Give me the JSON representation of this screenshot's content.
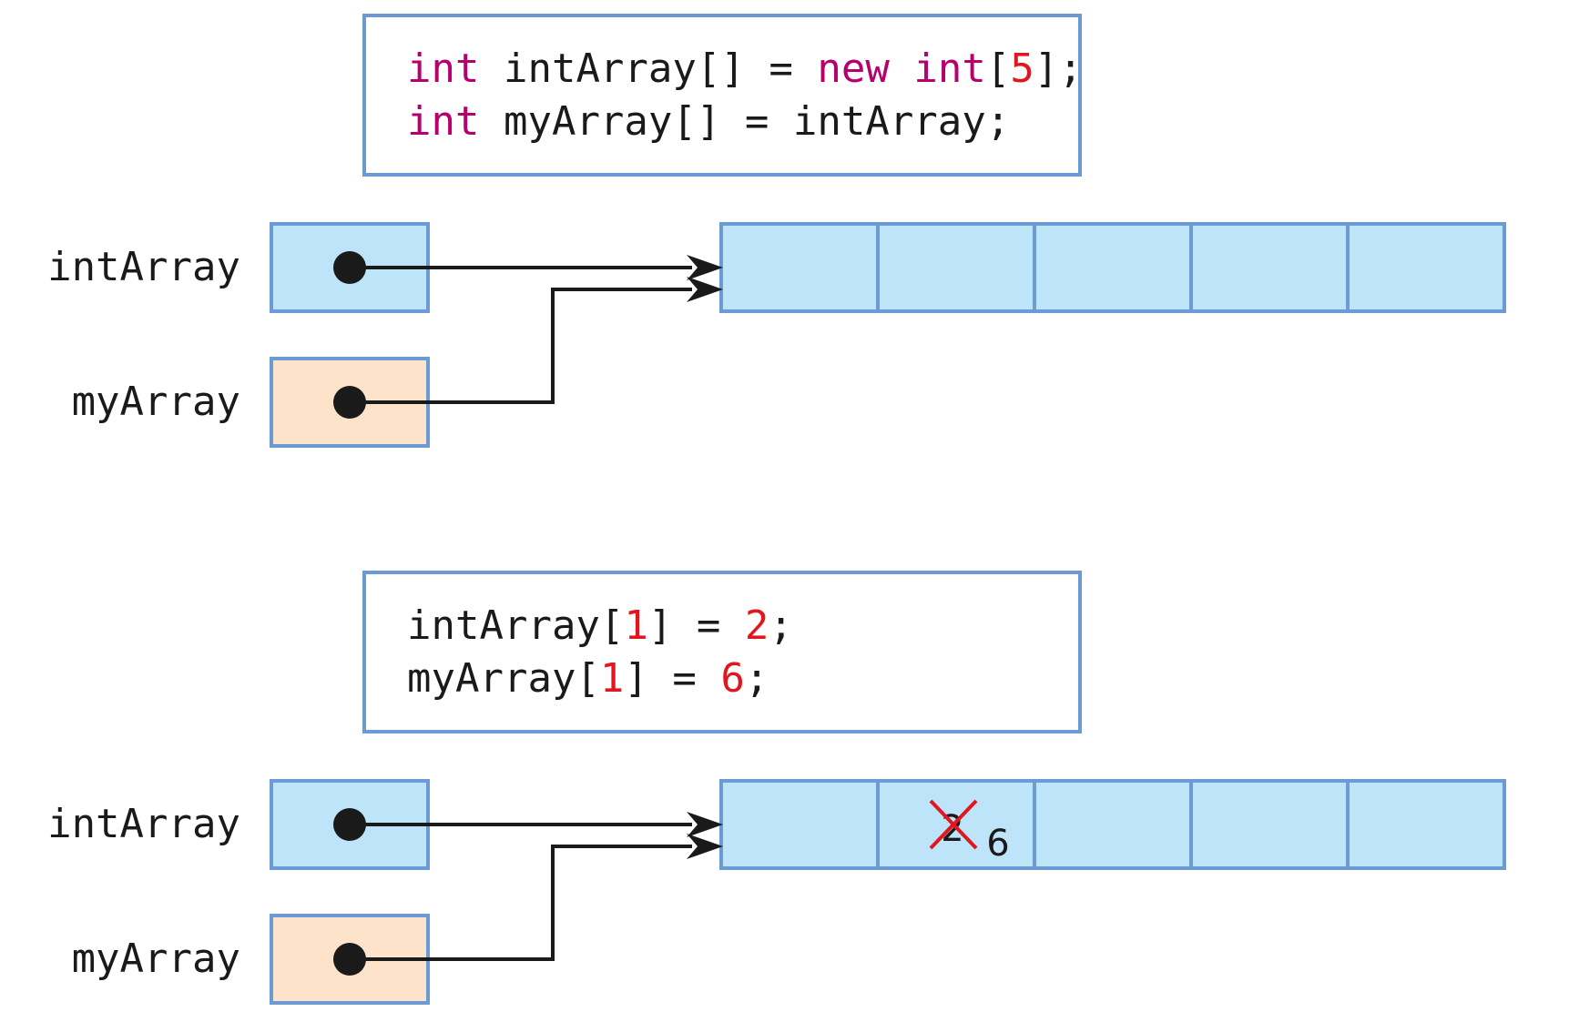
{
  "panels": [
    {
      "code": [
        [
          {
            "t": "int",
            "c": "kw"
          },
          {
            "t": " intArray[] = ",
            "c": "plain"
          },
          {
            "t": "new",
            "c": "kw"
          },
          {
            "t": " ",
            "c": "plain"
          },
          {
            "t": "int",
            "c": "kw"
          },
          {
            "t": "[",
            "c": "plain"
          },
          {
            "t": "5",
            "c": "num"
          },
          {
            "t": "];",
            "c": "plain"
          }
        ],
        [
          {
            "t": "int",
            "c": "kw"
          },
          {
            "t": " myArray[] = intArray;",
            "c": "plain"
          }
        ]
      ],
      "ref_labels": {
        "int_array": "intArray",
        "my_array": "myArray"
      },
      "cells": [
        "",
        "",
        "",
        "",
        ""
      ],
      "edit": null
    },
    {
      "code": [
        [
          {
            "t": "intArray[",
            "c": "plain"
          },
          {
            "t": "1",
            "c": "num"
          },
          {
            "t": "] = ",
            "c": "plain"
          },
          {
            "t": "2",
            "c": "num"
          },
          {
            "t": ";",
            "c": "plain"
          }
        ],
        [
          {
            "t": "myArray[",
            "c": "plain"
          },
          {
            "t": "1",
            "c": "num"
          },
          {
            "t": "] = ",
            "c": "plain"
          },
          {
            "t": "6",
            "c": "num"
          },
          {
            "t": ";",
            "c": "plain"
          }
        ]
      ],
      "ref_labels": {
        "int_array": "intArray",
        "my_array": "myArray"
      },
      "cells": [
        "",
        "",
        "",
        "",
        ""
      ],
      "edit": {
        "cell_index": 1,
        "old_value": "2",
        "new_value": "6"
      }
    }
  ],
  "colors": {
    "keyword": "#b5006e",
    "number": "#e3161f",
    "border": "#6b9bd2",
    "array_fill": "#bde4f8",
    "my_array_fill": "#fde3c9"
  }
}
